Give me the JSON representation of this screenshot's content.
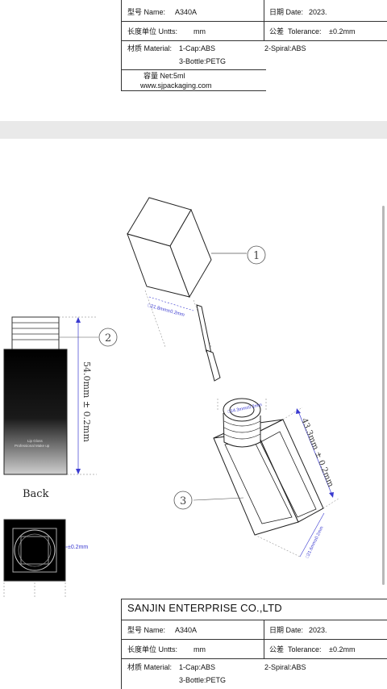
{
  "top_block": {
    "model_label": "型号 Name:",
    "model_value": "A340A",
    "date_label": "日期 Date:",
    "date_value": "2023.",
    "unit_label": "长度单位 Untts:",
    "unit_value": "mm",
    "tol_label": "公差",
    "tol_text": "Tolerance:",
    "tol_value": "±0.2mm",
    "material_label": "材质 Material:",
    "material_1": "1-Cap:ABS",
    "material_2": "2-Spiral:ABS",
    "material_3": "3-Bottle:PETG",
    "capacity_label": "容量 Net:5ml",
    "website": "www.sjpackaging.com"
  },
  "drawing": {
    "part1_number": "1",
    "part2_number": "2",
    "part3_number": "3",
    "cap_dimension": "□21.8mm±0.2mm",
    "bottle_height_dimension": "54.0mm ± 0.2mm",
    "neck_dimension": "□14.3mm±0.2mm",
    "body_height_dimension": "43.3mm ± 0.2mm",
    "body_width_dimension": "□21.6mm±0.2mm",
    "back_label": "Back",
    "front_view_dimension": "±0.2mm",
    "back_text_1": "Lip Gloss",
    "back_text_2": "Professional Make up"
  },
  "bottom_block": {
    "company": "SANJIN ENTERPRISE CO.,LTD",
    "model_label": "型号 Name:",
    "model_value": "A340A",
    "date_label": "日期 Date:",
    "date_value": "2023.",
    "unit_label": "长度单位 Untts:",
    "unit_value": "mm",
    "tol_label": "公差",
    "tol_text": "Tolerance:",
    "tol_value": "±0.2mm",
    "material_label": "材质 Material:",
    "material_1": "1-Cap:ABS",
    "material_2": "2-Spiral:ABS",
    "material_3": "3-Bottle:PETG"
  }
}
